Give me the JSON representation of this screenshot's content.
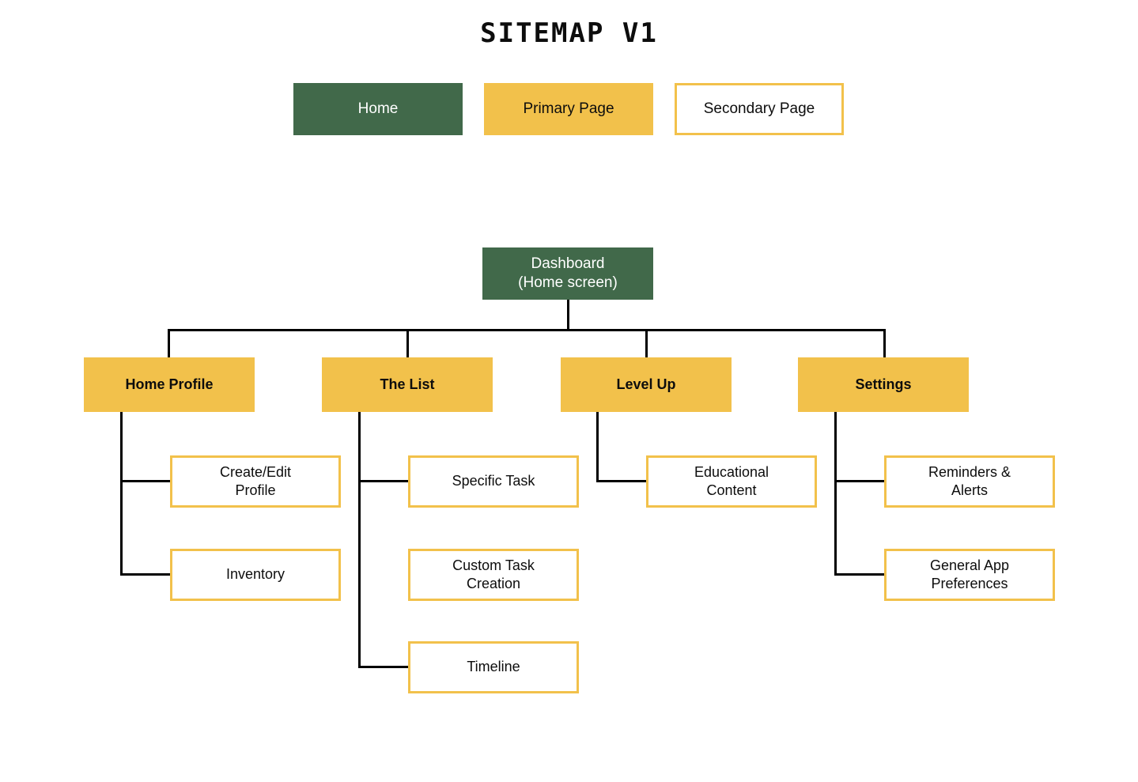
{
  "page": {
    "title": "SITEMAP V1",
    "background": "#ffffff"
  },
  "colors": {
    "home_fill": "#41694A",
    "home_text": "#ffffff",
    "primary_fill": "#F2C14B",
    "primary_text": "#0d0d0d",
    "secondary_fill": "#ffffff",
    "secondary_border": "#F2C14B",
    "secondary_text": "#0d0d0d",
    "connector": "#000000"
  },
  "legend": {
    "items": [
      {
        "label": "Home",
        "type": "home"
      },
      {
        "label": "Primary Page",
        "type": "primary"
      },
      {
        "label": "Secondary Page",
        "type": "secondary"
      }
    ]
  },
  "tree": {
    "root": {
      "label": "Dashboard\n(Home screen)",
      "type": "home"
    },
    "branches": [
      {
        "label": "Home Profile",
        "type": "primary",
        "children": [
          {
            "label": "Create/Edit\nProfile",
            "type": "secondary"
          },
          {
            "label": "Inventory",
            "type": "secondary"
          }
        ]
      },
      {
        "label": "The List",
        "type": "primary",
        "children": [
          {
            "label": "Specific Task",
            "type": "secondary"
          },
          {
            "label": "Custom Task\nCreation",
            "type": "secondary"
          },
          {
            "label": "Timeline",
            "type": "secondary"
          }
        ]
      },
      {
        "label": "Level Up",
        "type": "primary",
        "children": [
          {
            "label": "Educational\nContent",
            "type": "secondary"
          }
        ]
      },
      {
        "label": "Settings",
        "type": "primary",
        "children": [
          {
            "label": "Reminders &\nAlerts",
            "type": "secondary"
          },
          {
            "label": "General App\nPreferences",
            "type": "secondary"
          }
        ]
      }
    ]
  }
}
